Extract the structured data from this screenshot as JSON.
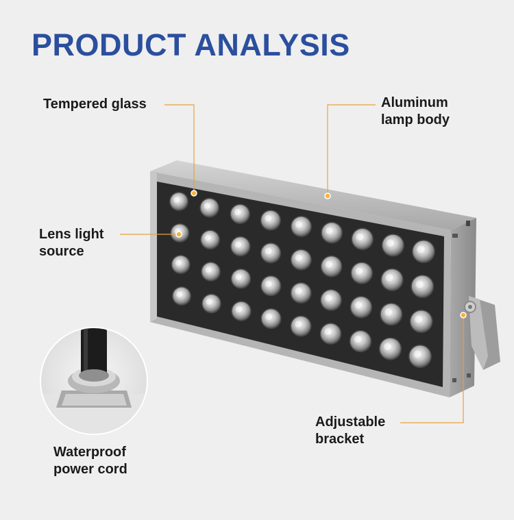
{
  "header": {
    "title": "PRODUCT ANALYSIS"
  },
  "labels": {
    "tempered_glass": "Tempered glass",
    "aluminum_body_line1": "Aluminum",
    "aluminum_body_line2": "lamp body",
    "lens_light_line1": "Lens light",
    "lens_light_line2": "source",
    "bracket_line1": "Adjustable",
    "bracket_line2": "bracket",
    "cord_line1": "Waterproof",
    "cord_line2": "power cord"
  },
  "colors": {
    "title": "#2b4f9e",
    "leader_line": "#e8a23a",
    "background": "#efefef",
    "panel": "#2b2b2b",
    "housing": "#b9b9b9"
  },
  "product": {
    "led_rows": 4,
    "led_columns": 9
  }
}
